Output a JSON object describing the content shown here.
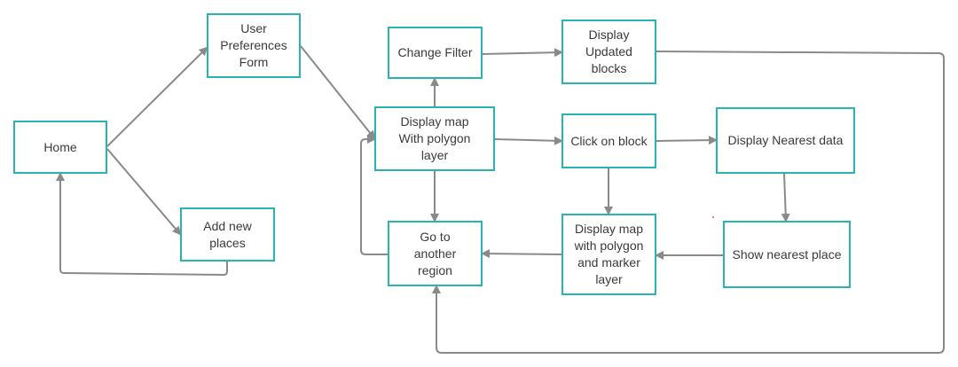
{
  "colors": {
    "box_border": "#2bb3b1",
    "connector": "#8a8a8a",
    "text": "#3a3a3a"
  },
  "nodes": {
    "home": "Home",
    "user_prefs": "User\nPreferences\nForm",
    "add_places": "Add new\nplaces",
    "change_filter": "Change Filter",
    "display_updated": "Display\nUpdated\nblocks",
    "display_map_polygon": "Display map\nWith polygon\nlayer",
    "click_block": "Click on block",
    "display_nearest": "Display  Nearest data",
    "go_region": "Go to\nanother\nregion",
    "display_map_marker": "Display map\nwith polygon\nand marker\nlayer",
    "show_nearest": "Show nearest place"
  }
}
